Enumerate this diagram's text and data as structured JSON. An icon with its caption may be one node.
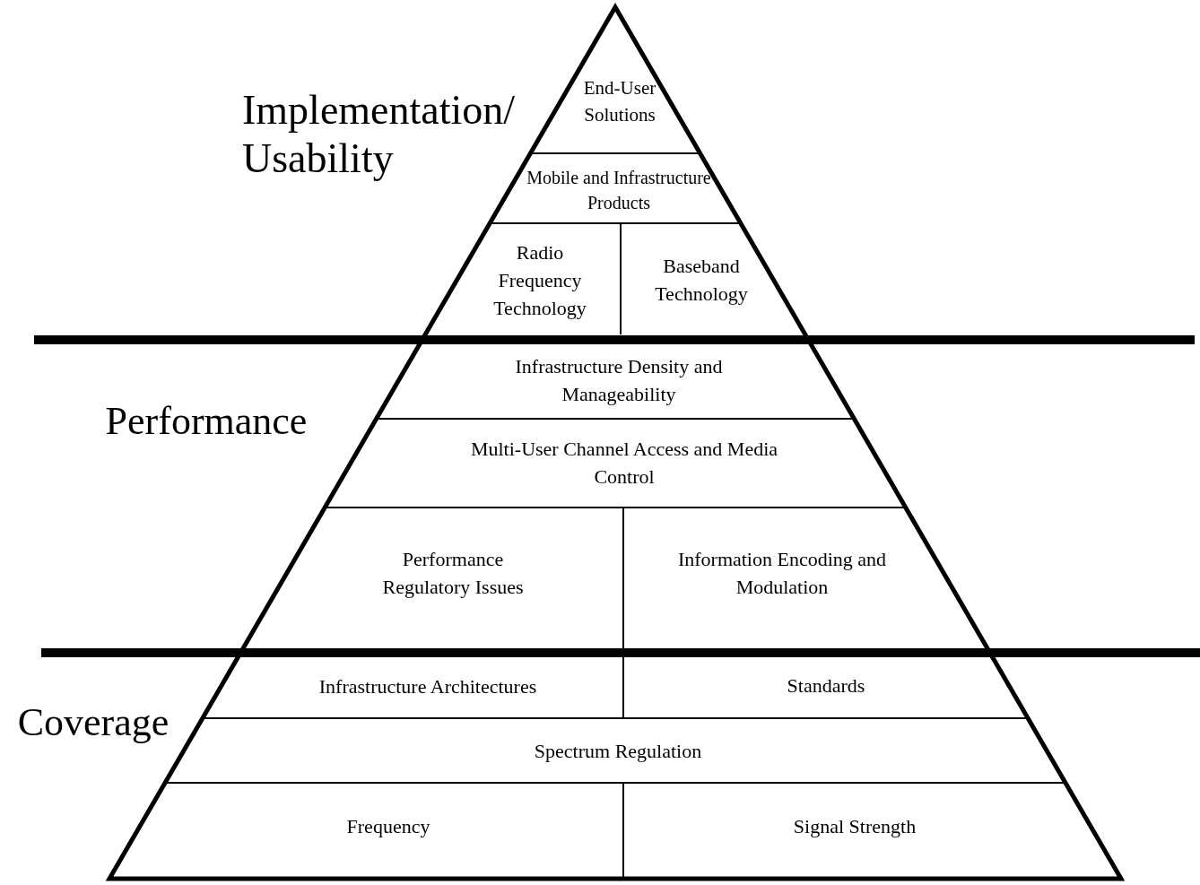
{
  "diagram": {
    "nodes": [
      {
        "text": [
          "End-User Solutions"
        ]
      },
      {
        "text": [
          "Mobile and Infrastructure Products"
        ]
      },
      {
        "text": [
          "Radio Frequency Technology"
        ]
      },
      {
        "text": [
          "Baseband Technology"
        ]
      },
      {
        "text": [
          "Infrastructure Density and Manageability"
        ]
      },
      {
        "text": [
          "Multi-User Channel Access and Media Control"
        ]
      },
      {
        "text": [
          "Performance Regulatory Issues"
        ]
      },
      {
        "text": [
          "Information Encoding and Modulation"
        ]
      },
      {
        "text": [
          "Infrastructure Architectures"
        ]
      },
      {
        "text": [
          "Standards"
        ]
      },
      {
        "text": [
          "Spectrum Regulation"
        ]
      },
      {
        "text": [
          "Frequency"
        ]
      },
      {
        "text": [
          "Signal Strength"
        ]
      }
    ],
    "labels": [
      "Implementation/ Usability",
      "Performance",
      "Coverage"
    ]
  }
}
